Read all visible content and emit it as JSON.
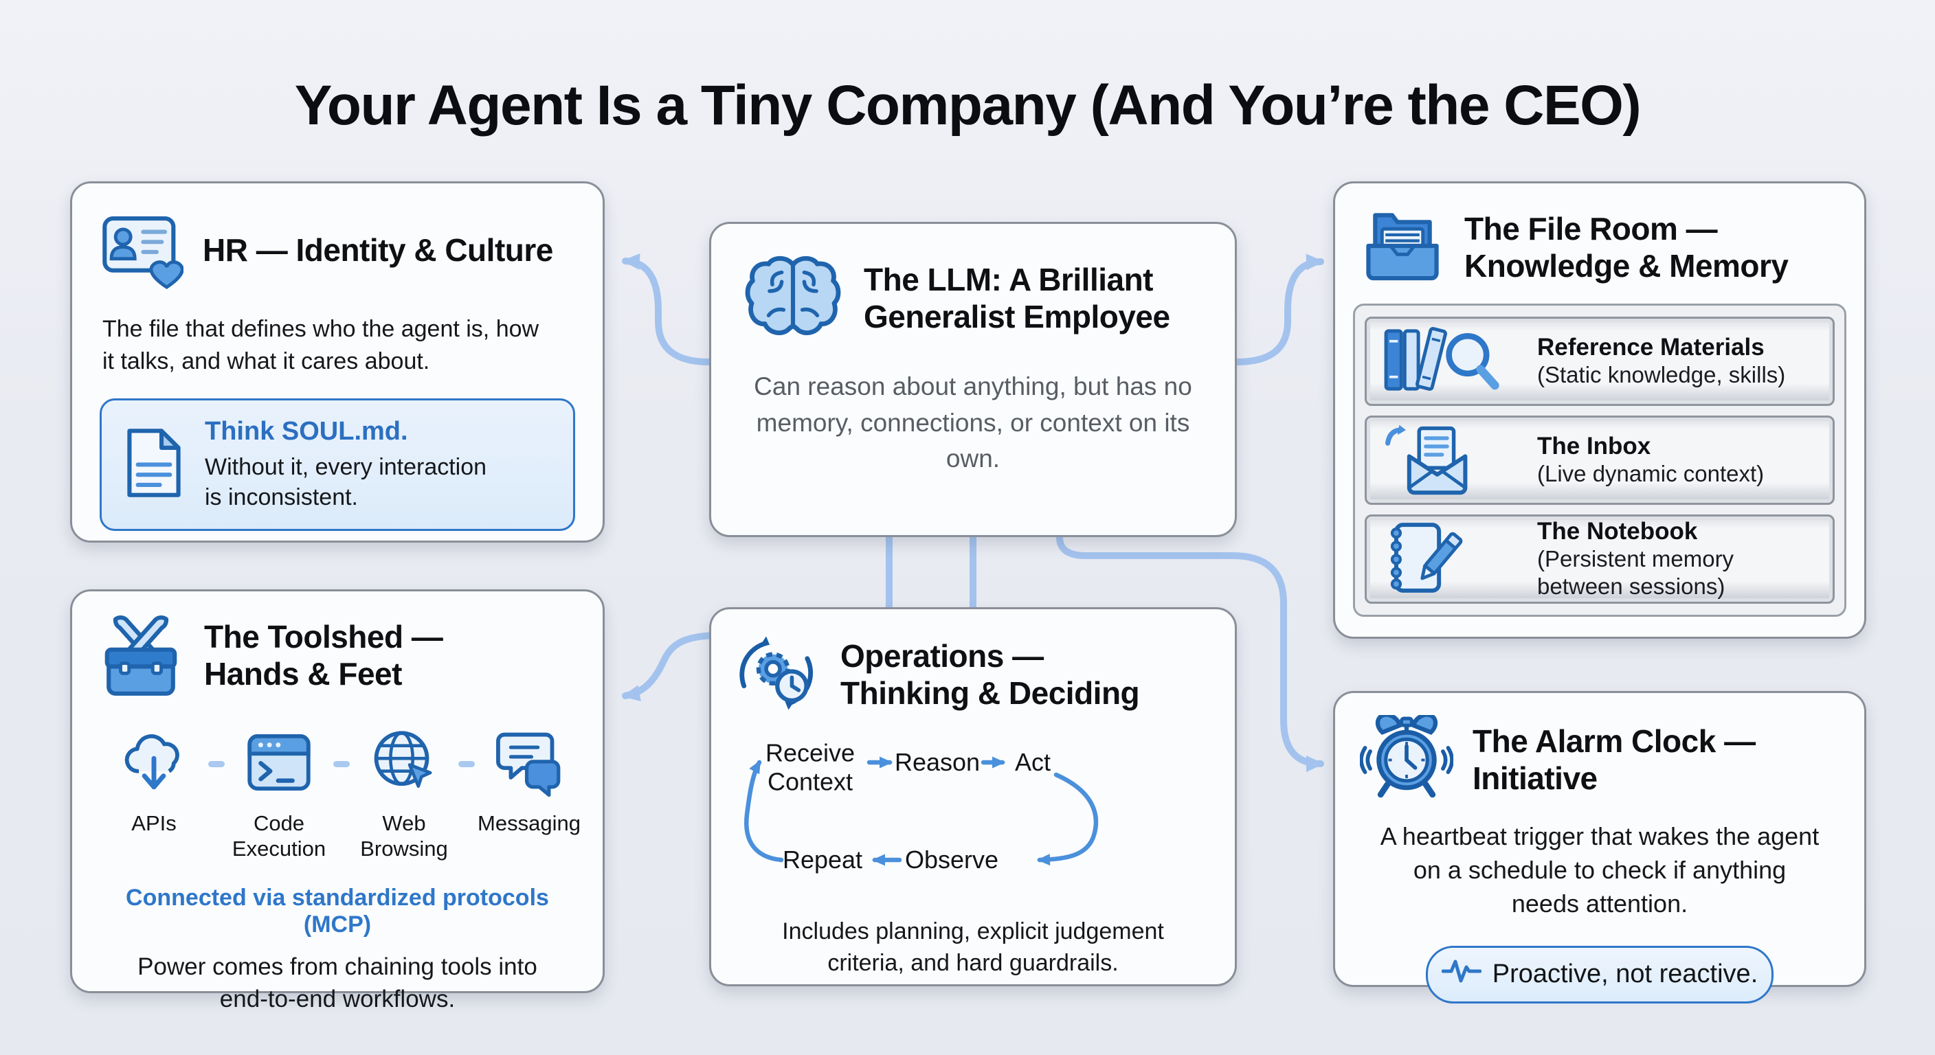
{
  "page": {
    "title": "Your Agent Is a Tiny Company (And You’re the CEO)"
  },
  "llm": {
    "title": "The LLM: A Brilliant Generalist Employee",
    "body": "Can reason about anything, but has no memory, connections, or context on its own.",
    "icon": "brain-icon"
  },
  "hr": {
    "title": "HR — Identity & Culture",
    "body": "The file that defines who the agent is, how it talks, and what it cares about.",
    "callout_title": "Think SOUL.md.",
    "callout_body": "Without it, every interaction is inconsistent.",
    "icons": [
      "id-card-heart-icon",
      "document-icon"
    ]
  },
  "file_room": {
    "title": "The File Room — Knowledge & Memory",
    "icon": "file-drawer-icon",
    "shelves": [
      {
        "label": "Reference Materials",
        "sub": "(Static knowledge, skills)",
        "icon": "books-magnifier-icon"
      },
      {
        "label": "The Inbox",
        "sub": "(Live dynamic context)",
        "icon": "envelope-arrow-icon"
      },
      {
        "label": "The Notebook",
        "sub": "(Persistent memory between sessions)",
        "icon": "notebook-pencil-icon"
      }
    ]
  },
  "toolshed": {
    "title": "The Toolshed — Hands & Feet",
    "icon": "toolbox-icon",
    "tools": [
      {
        "label": "APIs",
        "icon": "cloud-download-icon"
      },
      {
        "label": "Code Execution",
        "icon": "terminal-icon"
      },
      {
        "label": "Web Browsing",
        "icon": "globe-cursor-icon"
      },
      {
        "label": "Messaging",
        "icon": "chat-bubbles-icon"
      }
    ],
    "protocol_note": "Connected via standardized protocols (MCP)",
    "body": "Power comes from chaining tools into end-to-end workflows."
  },
  "operations": {
    "title": "Operations — Thinking & Deciding",
    "icon": "gear-cycle-clock-icon",
    "loop": {
      "receive": "Receive Context",
      "reason": "Reason",
      "act": "Act",
      "observe": "Observe",
      "repeat": "Repeat"
    },
    "body": "Includes planning, explicit judgement criteria, and hard guardrails."
  },
  "alarm": {
    "title": "The Alarm Clock — Initiative",
    "icon": "alarm-clock-icon",
    "body": "A heartbeat trigger that wakes the agent on a schedule to check if anything needs attention.",
    "badge": "Proactive, not reactive.",
    "badge_icon": "pulse-icon"
  },
  "colors": {
    "background": "#e9ebf2",
    "card_background": "#fbfcfd",
    "card_border": "#898f99",
    "connector_blue": "#a3c3ee",
    "loop_arrow_blue": "#4a90dc",
    "accent_blue_text": "#2e77c9",
    "icon_stroke_blue": "#1f64ad",
    "icon_fill_blue": "#5b9fe3",
    "icon_fill_light": "#cfe4f8",
    "muted_text": "#585d64"
  }
}
